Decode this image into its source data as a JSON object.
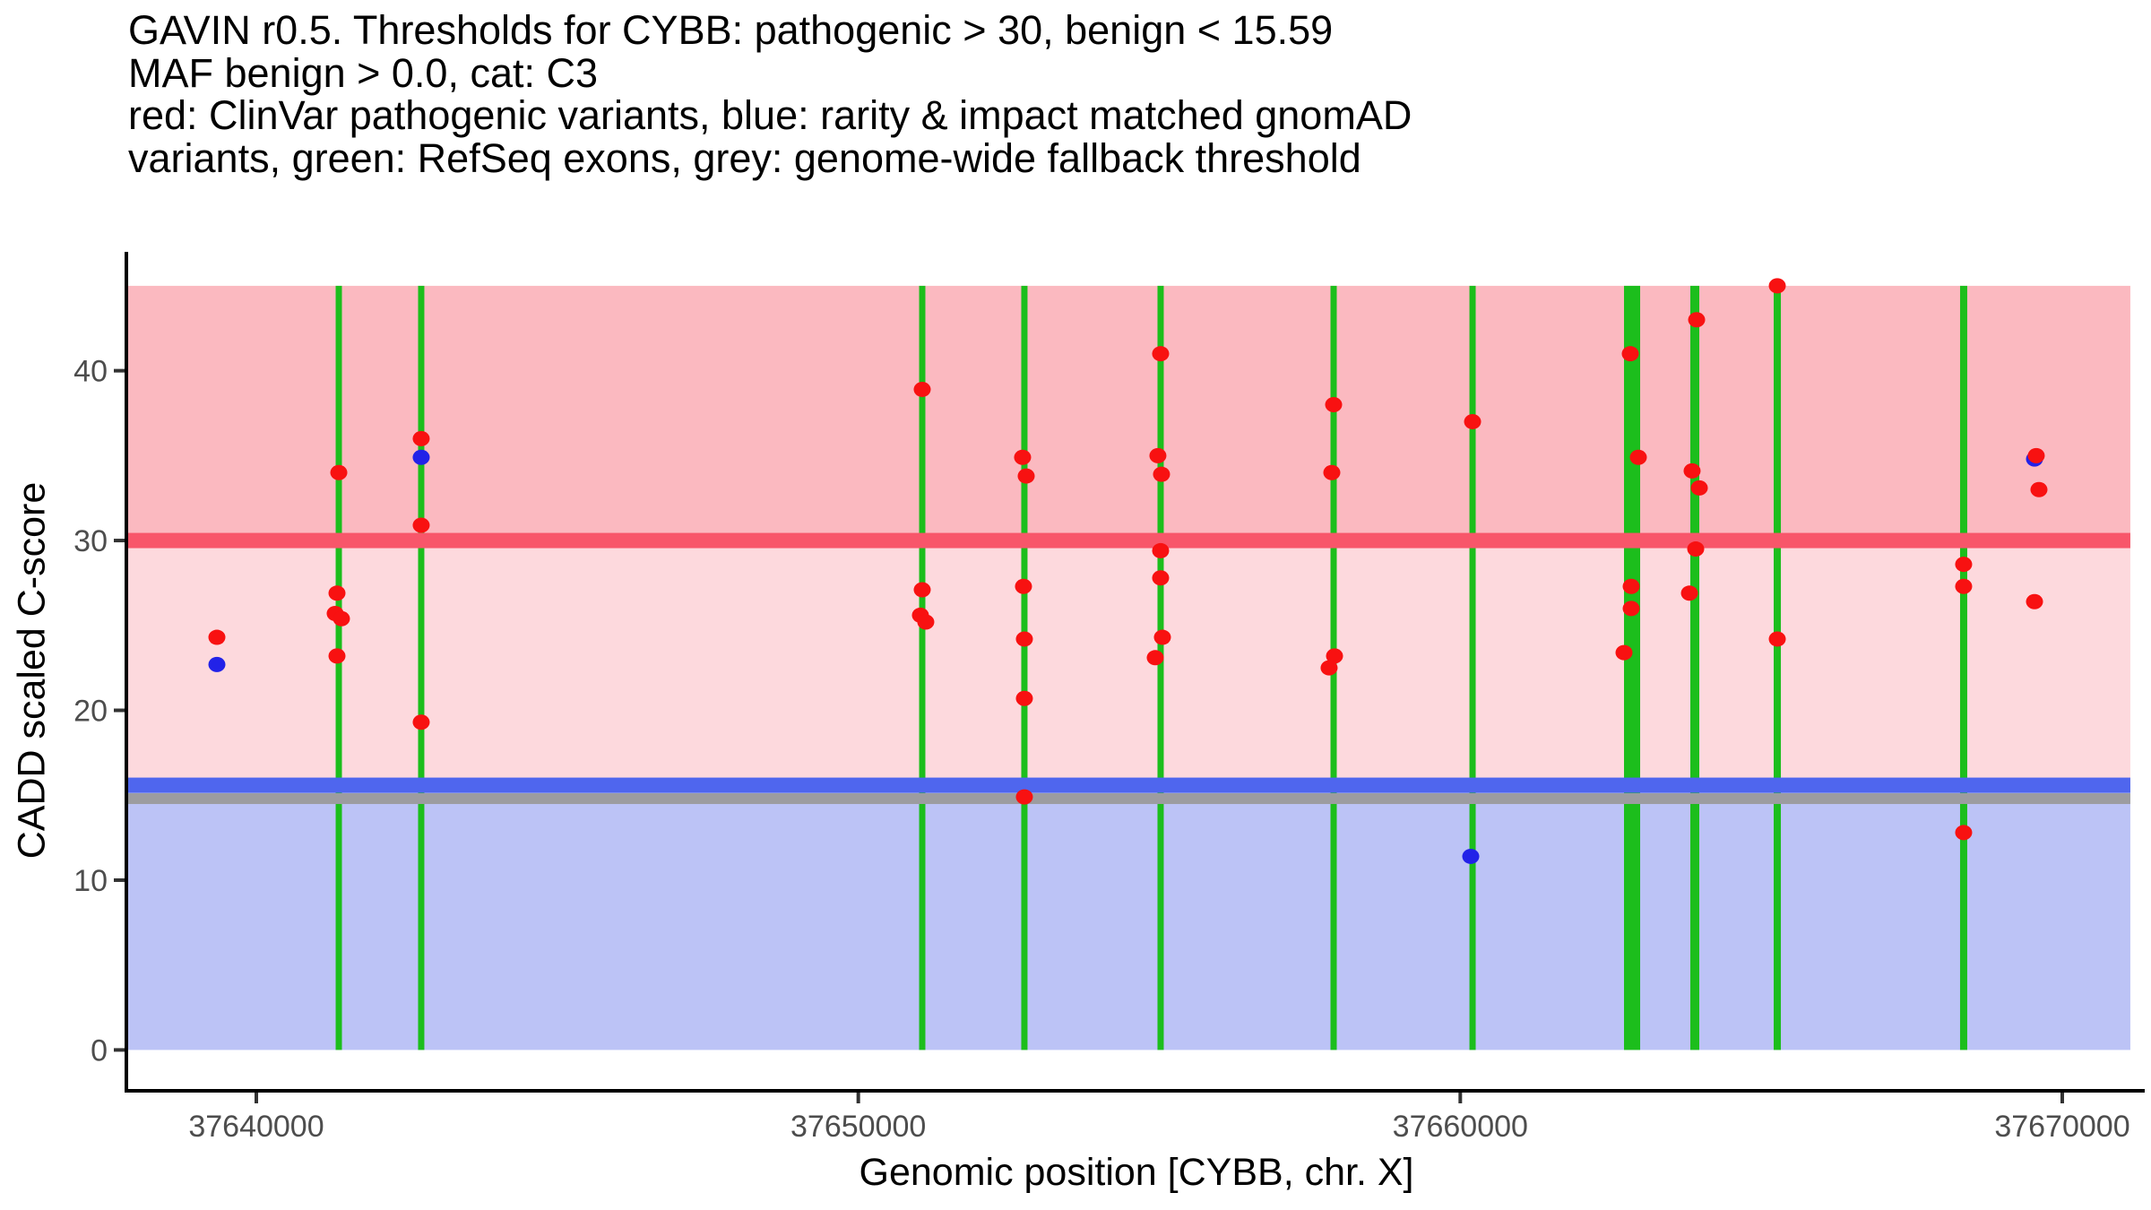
{
  "title": {
    "lines": [
      "GAVIN r0.5. Thresholds for CYBB: pathogenic > 30, benign < 15.59",
      "MAF benign > 0.0, cat: C3",
      "red: ClinVar pathogenic variants, blue: rarity & impact matched gnomAD",
      "variants, green: RefSeq exons, grey: genome-wide fallback threshold"
    ]
  },
  "chart_data": {
    "type": "scatter",
    "xlabel": "Genomic position [CYBB, chr. X]",
    "ylabel": "CADD scaled C-score",
    "x_domain": [
      37637871,
      37671370
    ],
    "y_domain": [
      -2.3,
      47.0
    ],
    "x_ticks": [
      37640000,
      37650000,
      37660000,
      37670000
    ],
    "y_ticks": [
      0,
      10,
      20,
      30,
      40
    ],
    "grid": "off",
    "legend": "none (encoded in title text)",
    "thresholds": {
      "pathogenic_gt": 30,
      "benign_lt": 15.59,
      "genome_wide_fallback": 14.8
    },
    "shading": {
      "xmin": 37637871,
      "xmax": 37671131,
      "ymin": 0,
      "ymax": 45
    },
    "exons": [
      {
        "pos": 37641370,
        "width_bp": 104
      },
      {
        "pos": 37642739,
        "width_bp": 104
      },
      {
        "pos": 37651062,
        "width_bp": 104
      },
      {
        "pos": 37652759,
        "width_bp": 104
      },
      {
        "pos": 37655022,
        "width_bp": 104
      },
      {
        "pos": 37657896,
        "width_bp": 104
      },
      {
        "pos": 37660204,
        "width_bp": 104
      },
      {
        "pos": 37662854,
        "width_bp": 268
      },
      {
        "pos": 37663896,
        "width_bp": 149
      },
      {
        "pos": 37665266,
        "width_bp": 119
      },
      {
        "pos": 37668362,
        "width_bp": 119
      }
    ],
    "clinvar_pathogenic": [
      [
        37639345,
        24.3
      ],
      [
        37641370,
        34.0
      ],
      [
        37641340,
        26.9
      ],
      [
        37641310,
        25.7
      ],
      [
        37641414,
        25.4
      ],
      [
        37641340,
        23.2
      ],
      [
        37642739,
        36.0
      ],
      [
        37642739,
        30.9
      ],
      [
        37642739,
        19.3
      ],
      [
        37651062,
        38.9
      ],
      [
        37651062,
        27.1
      ],
      [
        37651032,
        25.6
      ],
      [
        37651121,
        25.2
      ],
      [
        37652729,
        34.9
      ],
      [
        37652789,
        33.8
      ],
      [
        37652744,
        27.3
      ],
      [
        37652759,
        24.2
      ],
      [
        37652759,
        20.7
      ],
      [
        37652759,
        14.9
      ],
      [
        37655022,
        41.0
      ],
      [
        37654977,
        35.0
      ],
      [
        37655037,
        33.9
      ],
      [
        37655022,
        29.4
      ],
      [
        37655022,
        27.8
      ],
      [
        37655052,
        24.3
      ],
      [
        37654933,
        23.1
      ],
      [
        37657896,
        38.0
      ],
      [
        37657866,
        34.0
      ],
      [
        37657911,
        23.2
      ],
      [
        37657821,
        22.5
      ],
      [
        37660204,
        37.0
      ],
      [
        37662824,
        41.0
      ],
      [
        37662958,
        34.9
      ],
      [
        37662839,
        27.3
      ],
      [
        37662839,
        26.0
      ],
      [
        37662720,
        23.4
      ],
      [
        37663926,
        43.0
      ],
      [
        37663851,
        34.1
      ],
      [
        37663971,
        33.1
      ],
      [
        37663911,
        29.5
      ],
      [
        37663807,
        26.9
      ],
      [
        37665266,
        45.0
      ],
      [
        37665266,
        24.2
      ],
      [
        37668362,
        28.6
      ],
      [
        37668362,
        27.3
      ],
      [
        37668362,
        12.8
      ],
      [
        37669568,
        35.0
      ],
      [
        37669613,
        33.0
      ],
      [
        37669539,
        26.4
      ]
    ],
    "gnomad_matched": [
      [
        37639345,
        22.7
      ],
      [
        37642739,
        34.9
      ],
      [
        37660174,
        11.4
      ],
      [
        37669539,
        34.8
      ]
    ],
    "colors": {
      "region_pathogenic": "#FBB9C0",
      "region_uncertain": "#FDD9DD",
      "region_benign": "#BCC3F6",
      "threshold_pathogenic": "#F8566A",
      "threshold_benign": "#4F66EE",
      "threshold_fallback": "#9C9CA0",
      "exon": "#1CBE1C",
      "clinvar_dot": "#F81111",
      "gnomad_dot": "#2222E8",
      "axis": "#000000",
      "tick_mark": "#333333",
      "tick_text": "#4D4D4D"
    }
  }
}
